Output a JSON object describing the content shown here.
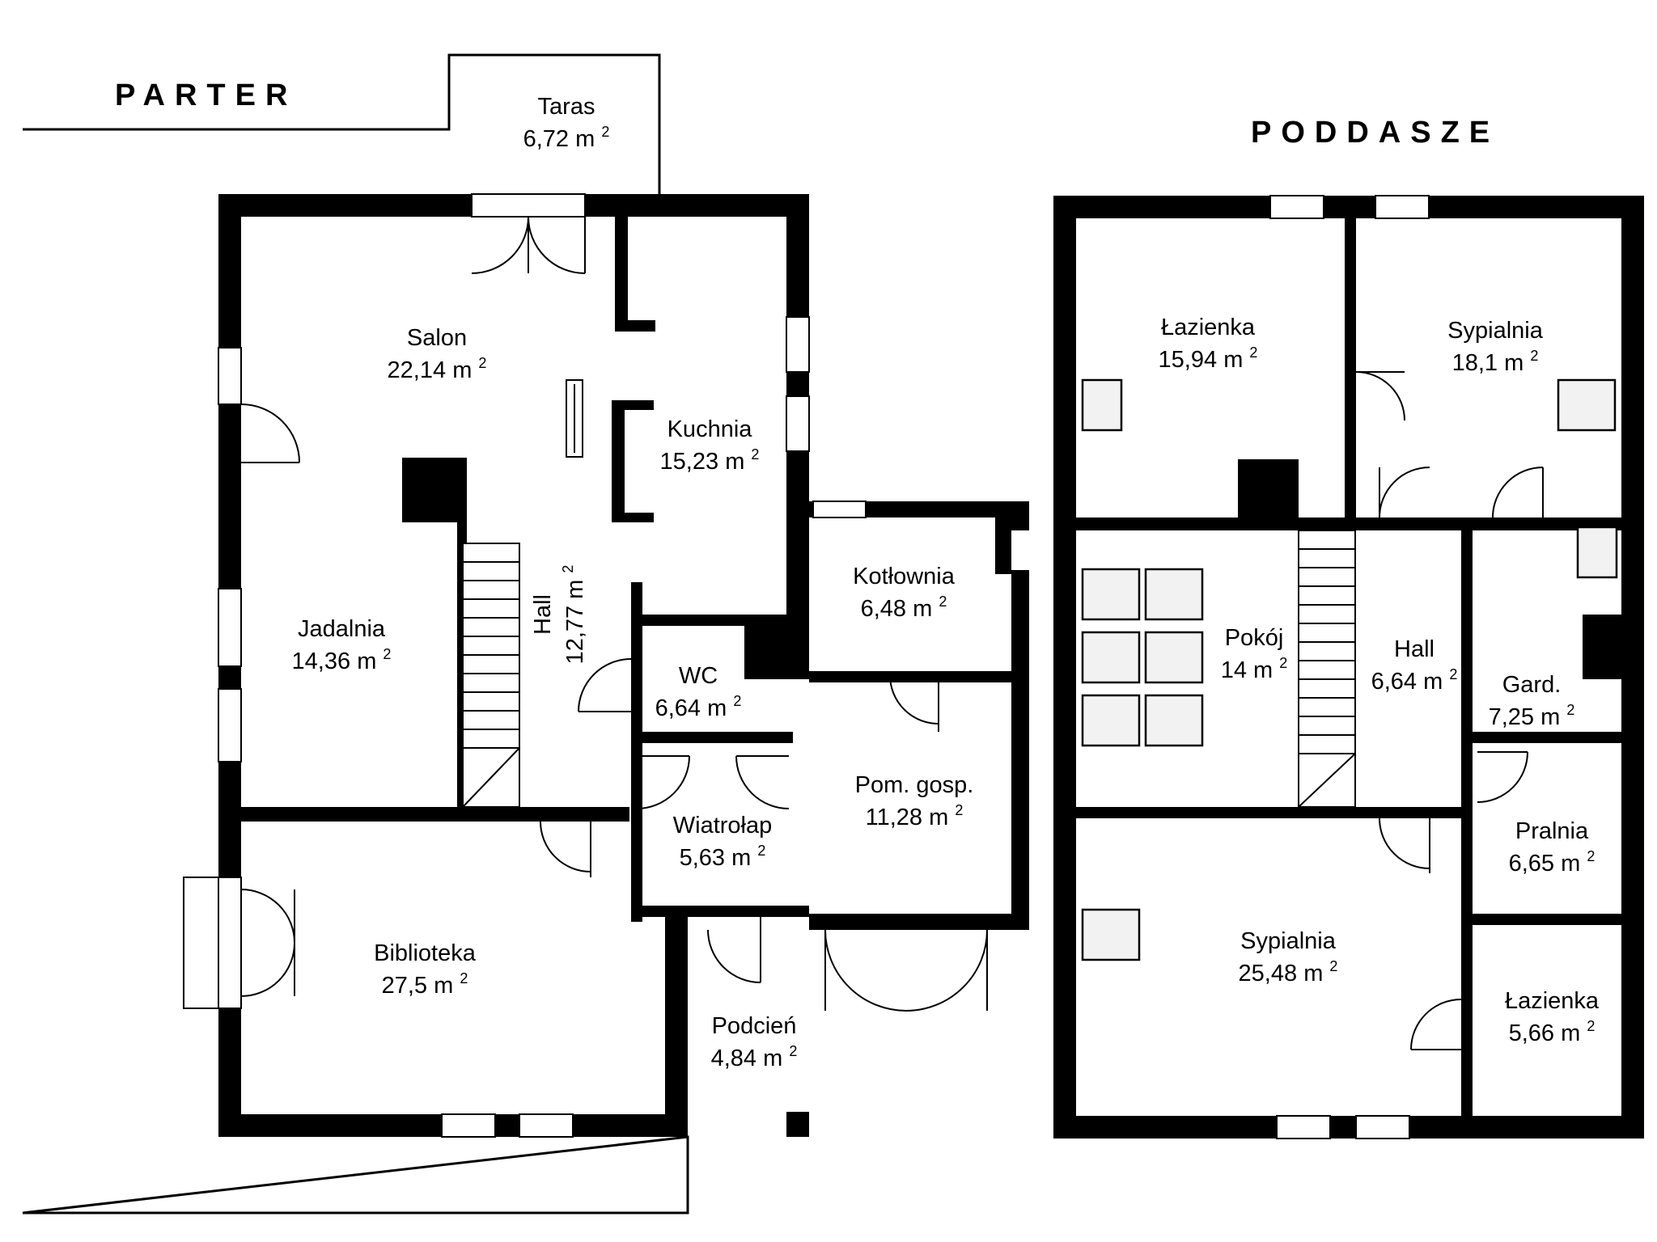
{
  "headings": {
    "parter": "PARTER",
    "poddasze": "PODDASZE"
  },
  "area_unit": "m",
  "area_exponent": "2",
  "parter": {
    "taras": {
      "name": "Taras",
      "area": "6,72"
    },
    "salon": {
      "name": "Salon",
      "area": "22,14"
    },
    "kuchnia": {
      "name": "Kuchnia",
      "area": "15,23"
    },
    "jadalnia": {
      "name": "Jadalnia",
      "area": "14,36"
    },
    "hall": {
      "name": "Hall",
      "area": "12,77"
    },
    "wc": {
      "name": "WC",
      "area": "6,64"
    },
    "kotlownia": {
      "name": "Kotłownia",
      "area": "6,48"
    },
    "pom_gosp": {
      "name": "Pom. gosp.",
      "area": "11,28"
    },
    "wiatrolap": {
      "name": "Wiatrołap",
      "area": "5,63"
    },
    "biblioteka": {
      "name": "Biblioteka",
      "area": "27,5"
    },
    "podcien": {
      "name": "Podcień",
      "area": "4,84"
    }
  },
  "poddasze": {
    "lazienka_1": {
      "name": "Łazienka",
      "area": "15,94"
    },
    "sypialnia_1": {
      "name": "Sypialnia",
      "area": "18,1"
    },
    "pokoj": {
      "name": "Pokój",
      "area": "14"
    },
    "hall": {
      "name": "Hall",
      "area": "6,64"
    },
    "gard": {
      "name": "Gard.",
      "area": "7,25"
    },
    "pralnia": {
      "name": "Pralnia",
      "area": "6,65"
    },
    "sypialnia_2": {
      "name": "Sypialnia",
      "area": "25,48"
    },
    "lazienka_2": {
      "name": "Łazienka",
      "area": "5,66"
    }
  }
}
